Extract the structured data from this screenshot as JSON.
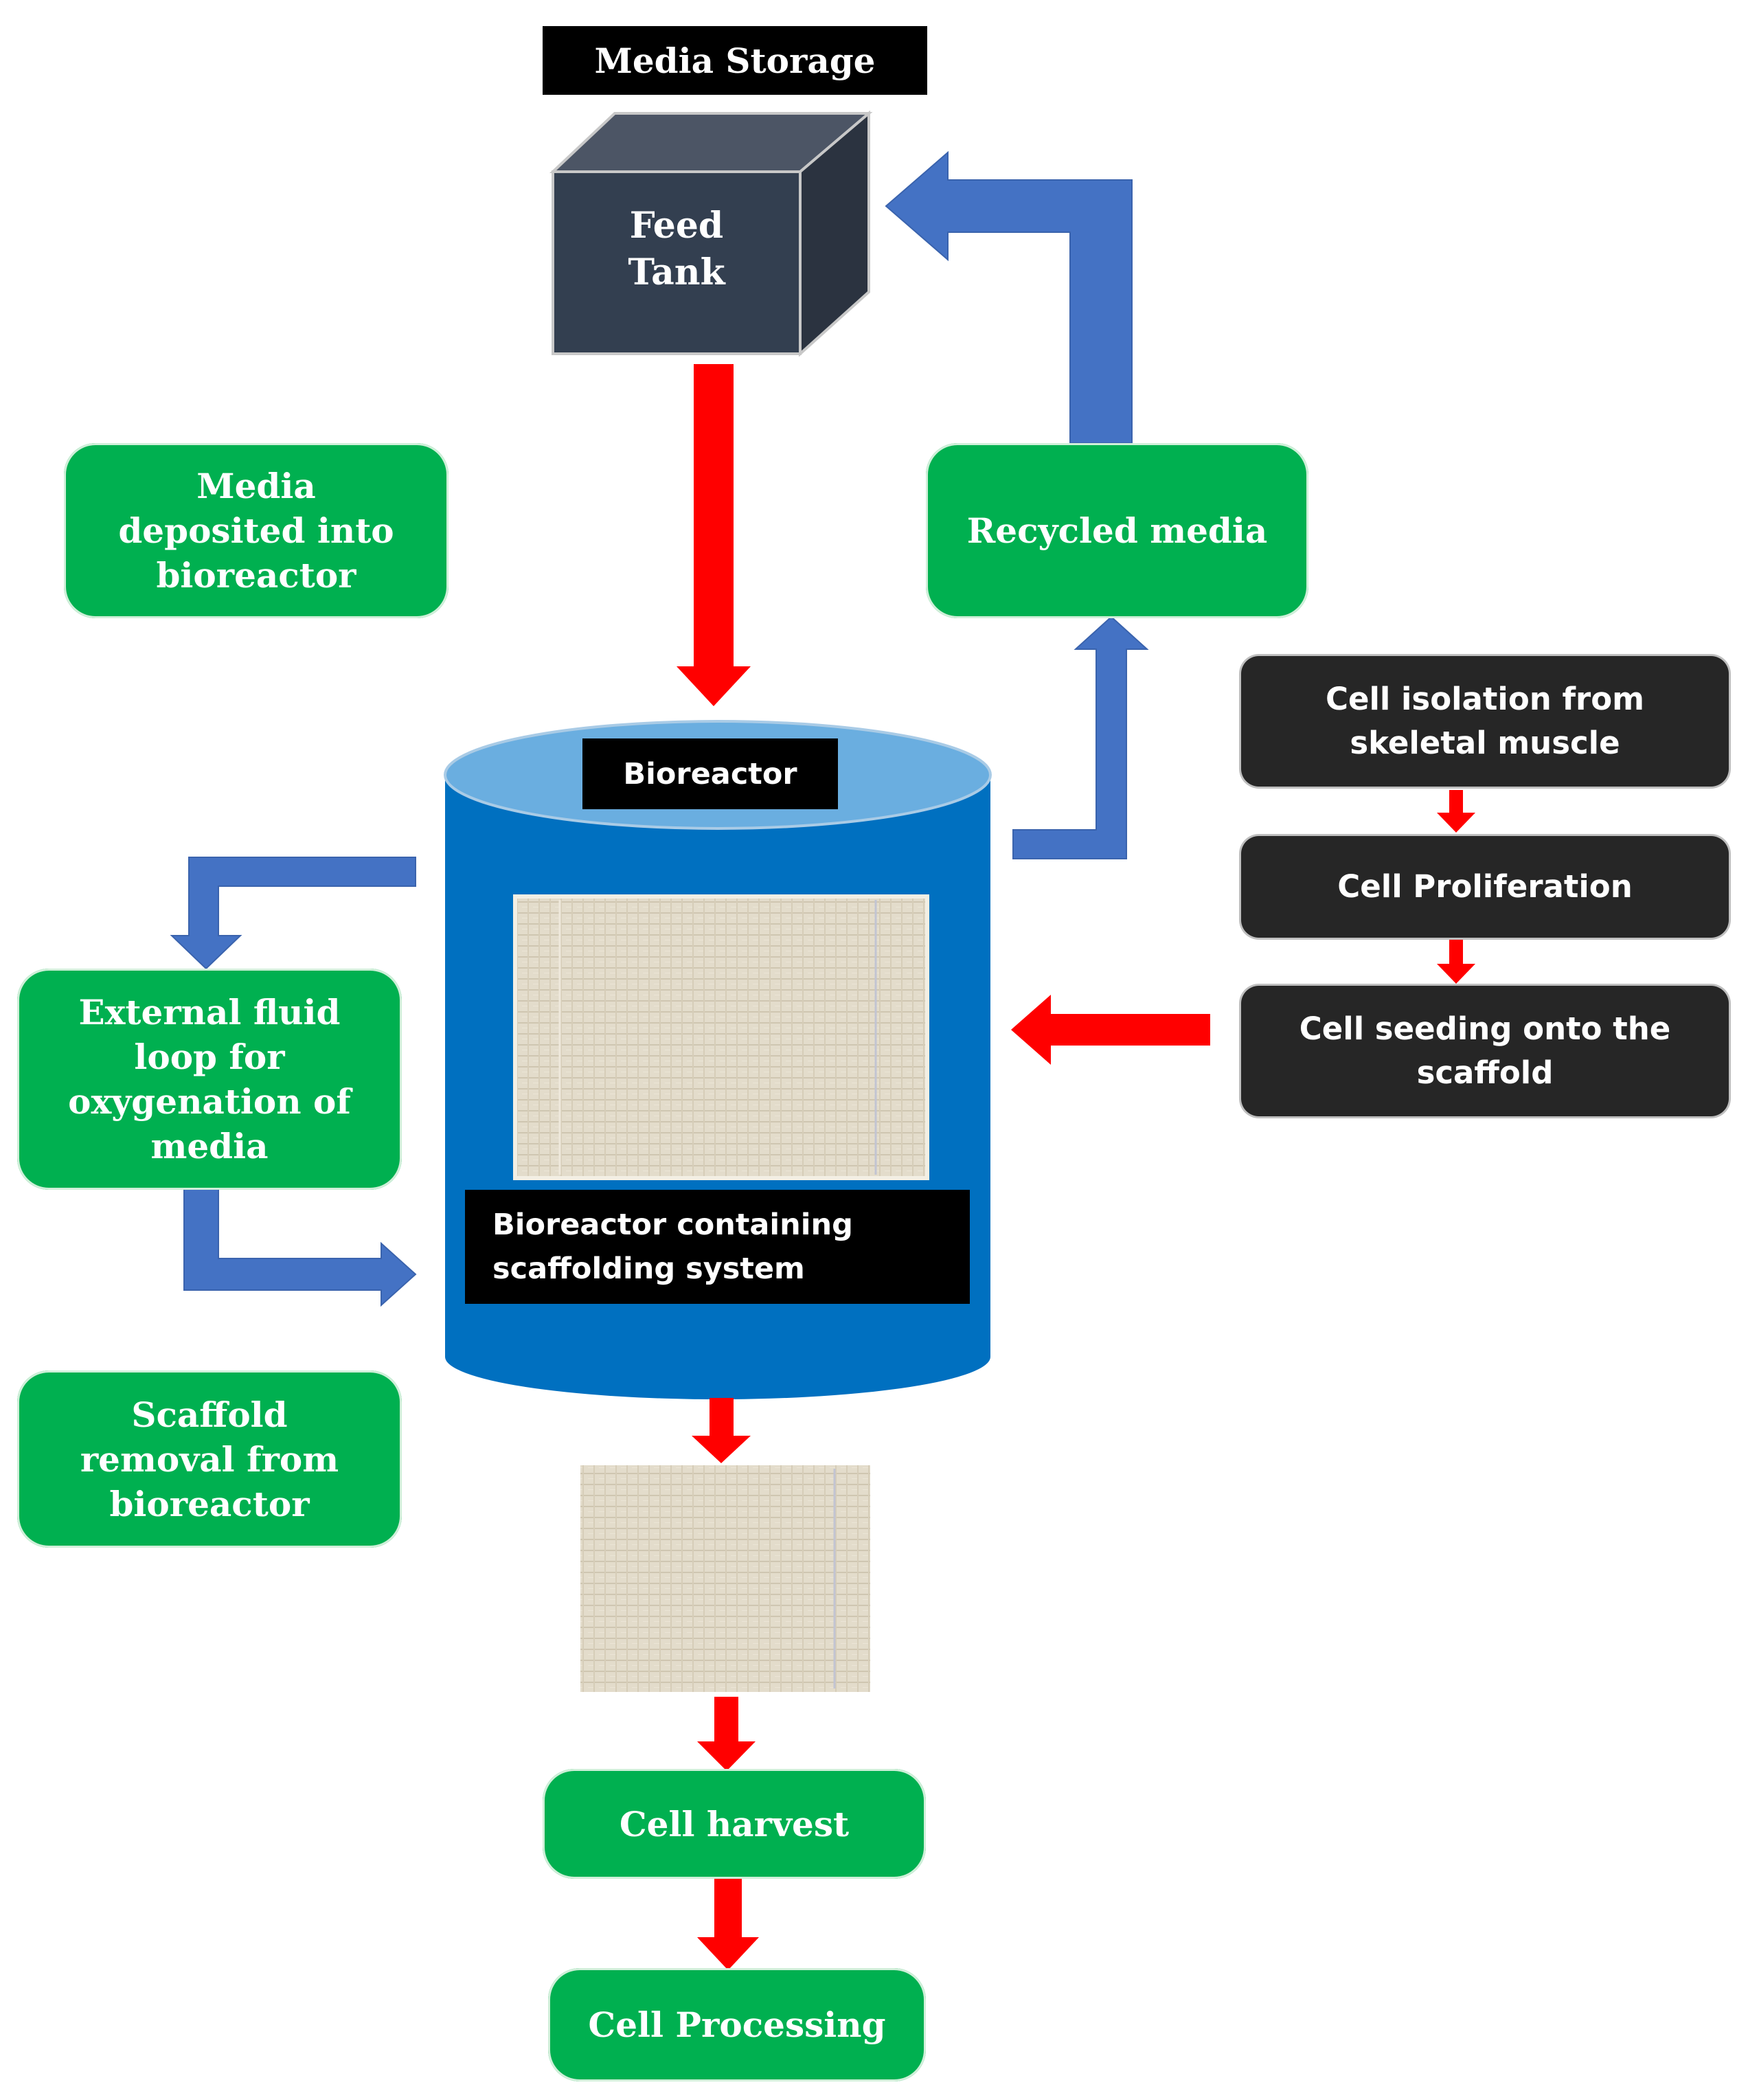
{
  "header": {
    "media_storage": "Media Storage"
  },
  "feed_tank": {
    "label": "Feed\nTank"
  },
  "bioreactor": {
    "title": "Bioreactor",
    "caption": "Bioreactor containing\nscaffolding system"
  },
  "steps": {
    "media_deposited": "Media\ndeposited into\nbioreactor",
    "recycled_media": "Recycled media",
    "external_loop": "External fluid\nloop for\noxygenation of\nmedia",
    "scaffold_removal": "Scaffold\nremoval from\nbioreactor",
    "cell_harvest": "Cell harvest",
    "cell_processing": "Cell Processing"
  },
  "cell_prep": {
    "isolation": "Cell isolation from\nskeletal muscle",
    "proliferation": "Cell Proliferation",
    "seeding": "Cell seeding onto the\nscaffold"
  },
  "colors": {
    "green": "#00b050",
    "dark_box": "#262626",
    "red_arrow": "#ff0000",
    "blue_arrow": "#4472c4",
    "cylinder": "#0070c0",
    "cylinder_top": "#6aaee0",
    "tank_front": "#333f50"
  }
}
